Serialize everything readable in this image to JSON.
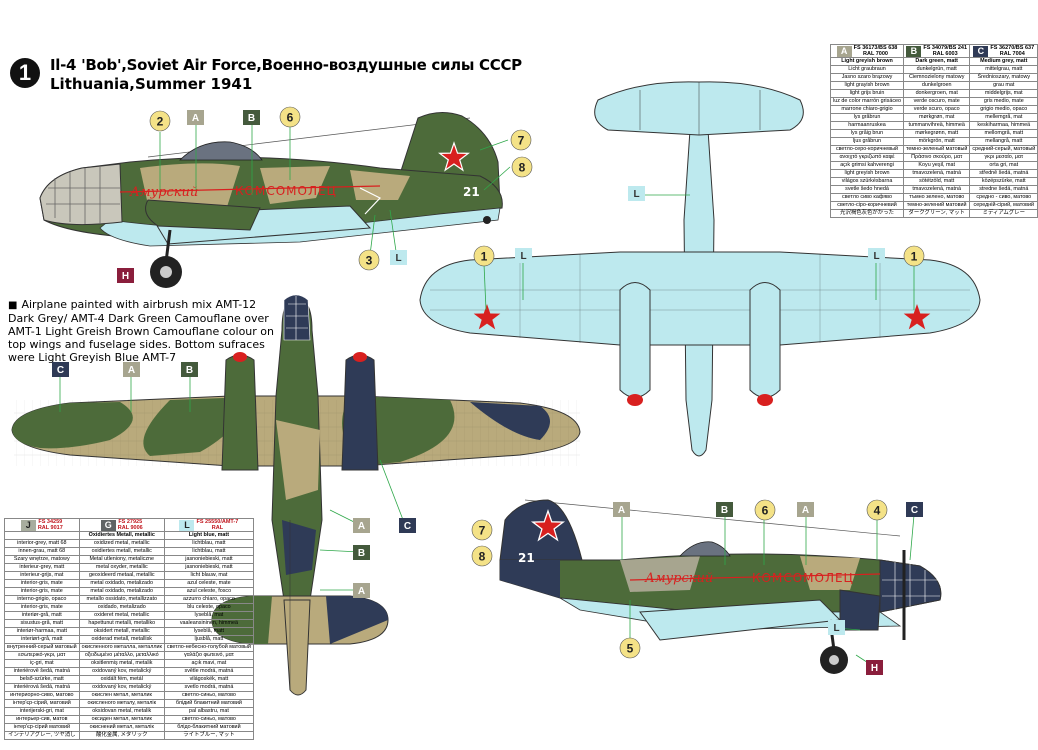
{
  "title": {
    "badge_number": "1",
    "line1": "Il-4 'Bob',Soviet Air Force,Военно-воздушные силы СССР",
    "line2": "Lithuania,Summer 1941"
  },
  "description": "Airplane painted with airbrush mix AMT-12 Dark Grey/ AMT-4 Dark Green Camouflane over AMT-1 Light Greish Brown Camouflane colour on top wings and fuselage sides. Bottom sufraces were Light Greyish Blue AMT-7",
  "markings": {
    "tail_number": "21",
    "fuselage_slogan": "КОМСОМОЛЕЦ",
    "script_name": "Амурский"
  },
  "colors": {
    "A": "#a7a58f",
    "B": "#445a3c",
    "C": "#2f3a56",
    "L": "#bde9ee",
    "H": "#8a1e3c",
    "G": "#606465",
    "J": "#a8ad9e",
    "star_red": "#d8201f",
    "callout_yellow": "#f4e287",
    "camo_green": "#4d6b3a",
    "camo_brown": "#b9aa7c",
    "camo_navy": "#2f3b57"
  },
  "callouts": {
    "A": "A",
    "B": "B",
    "C": "C",
    "L": "L",
    "H": "H",
    "n1": "1",
    "n2": "2",
    "n3": "3",
    "n4": "4",
    "n5": "5",
    "n6": "6",
    "n7": "7",
    "n8": "8"
  },
  "table_top": {
    "headers": [
      {
        "letter": "A",
        "code1": "FS 36173/BS 638",
        "code2": "RAL 7000",
        "name": "Light greyish brown"
      },
      {
        "letter": "B",
        "code1": "FS 34079/BS 241",
        "code2": "RAL 6003",
        "name": "Dark green, matt"
      },
      {
        "letter": "C",
        "code1": "FS 36270/BS 637",
        "code2": "RAL 7004",
        "name": "Medium grey, matt"
      }
    ],
    "rows": [
      [
        "Licht graubraun",
        "dunkelgrün, matt",
        "mittelgrau, matt"
      ],
      [
        "Jasno szaro brązowy",
        "Ciemnozielony matowy",
        "Średnioszary, matowy"
      ],
      [
        "light grayish brown",
        "dunkelgroen",
        "grau mat"
      ],
      [
        "light grijs bruin",
        "donkergroen, mat",
        "middelgrijs, mat"
      ],
      [
        "luz de color marrón grisáceo",
        "verde oscuro, mate",
        "gris medio, mate"
      ],
      [
        "marrone chiaro-grigio",
        "verde scuro, opaco",
        "grigio medio, opaco"
      ],
      [
        "lys gråbrun",
        "mørkgrøn, mat",
        "mellemgrå, mat"
      ],
      [
        "harmaanruskea",
        "tummanvihreä, himmeä",
        "keskiharmaa, himmeä"
      ],
      [
        "lys gråig brun",
        "mørkegrønn, matt",
        "mellomgrå, matt"
      ],
      [
        "ljus gråbrun",
        "mörkgrön, matt",
        "mellangrå, matt"
      ],
      [
        "светло-серо-коричневый",
        "темно-зеленый матовый",
        "средний-серый, матовый"
      ],
      [
        "ανοιχτό γκριζωπό καφέ",
        "Πράσινο σκούρο, ματ",
        "γκρι μεσαίο, ματ"
      ],
      [
        "açık grimsi kahverengi",
        "Koyu yeşil, mat",
        "orta gri, mat"
      ],
      [
        "light greyish brown",
        "tmavozelená, matná",
        "středně šedá, matná"
      ],
      [
        "világos szürkésbarna",
        "sötétzöld, matt",
        "középszürke, matt"
      ],
      [
        "svetle šedo hnedá",
        "tmavozelená, matná",
        "stredne šedá, matná"
      ],
      [
        "светло сиво кафяво",
        "тъмно зелено, матово",
        "средно - сиво, матово"
      ],
      [
        "светло-сіро-коричневий",
        "темно-зелений матовий",
        "середній-сірий, матовий"
      ],
      [
        "光沢褐色灰色がかった",
        "ダークグリーン, マット",
        "ミディアムグレー"
      ]
    ]
  },
  "table_bottom": {
    "headers": [
      {
        "letter": "J",
        "code1": "FS 34259",
        "code2": "RAL 9017",
        "name": ""
      },
      {
        "letter": "G",
        "code1": "FS 27925",
        "code2": "RAL 9006",
        "name": "Oxidiertes Metall, metallic"
      },
      {
        "letter": "L",
        "code1": "FS 25550/AMT-7",
        "code2": "RAL",
        "name": "Light blue, matt"
      }
    ],
    "rows": [
      [
        "interior-grey, matt 68",
        "oxidized metal, metallic",
        "lichtblau, matt"
      ],
      [
        "innen-grau, matt 68",
        "oxidiertes metall, metallic",
        "lichtblau, matt"
      ],
      [
        "Szary wnętrze, matowy",
        "Metal utleniony, metaliczne",
        "jasnoniebieski, matt"
      ],
      [
        "interieur-grey, matt",
        "metal oxyder, metallic",
        "jasnoniebieski, matt"
      ],
      [
        "interieur-grijs, mat",
        "geoxideerd metaal, metallic",
        "licht blauw, mat"
      ],
      [
        "interior-gris, mate",
        "metal oxidado, metalizado",
        "azul celeste, mate"
      ],
      [
        "interior-gris, mate",
        "metal oxidado, metalizado",
        "azul celeste, fosco"
      ],
      [
        "interno-grigio, opaco",
        "metallo ossidato, metallizzato",
        "azzurro chiaro, opaco"
      ],
      [
        "interior-gris, mate",
        "oxidado, metalizado",
        "blu celeste, opaco"
      ],
      [
        "interiør-grå, matt",
        "oxideret metal, metallic",
        "lyseblå, mat"
      ],
      [
        "sisustus-grå, matt",
        "hapettunut metalli, metalliko",
        "vaaleansininen, himmeä"
      ],
      [
        "interiør-harmaa, matt",
        "oksidert metall, metallic",
        "lyseblå, matt"
      ],
      [
        "interiørt-grå, matt",
        "oxiderad metall, metallisk",
        "ljusblå, matt"
      ],
      [
        "внутренний-серый матовый",
        "окисленного металла, металлик",
        "светло-небесно-голубой матовый"
      ],
      [
        "εσωτερικό-γκρι, ματ",
        "οξειδωμένο μέταλλο, μεταλλικό",
        "γαλάζιο φωτεινό, ματ"
      ],
      [
        "iç-gri, mat",
        "oksitlenmiş metal, metalik",
        "açık mavi, mat"
      ],
      [
        "interiérově šedá, matná",
        "oxidovaný kov, metalický",
        "světle modrá, matná"
      ],
      [
        "belső-szürke, matt",
        "oxidált fém, metál",
        "világoskék, matt"
      ],
      [
        "interiérová šedá, matná",
        "oxidovaný kov, metalický",
        "svetlo modrá, matná"
      ],
      [
        "интериорно-сиво, матово",
        "окислен метал, металик",
        "светло-синьо, матово"
      ],
      [
        "інтер'єр-сірий, матовий",
        "окисленого металу, металік",
        "блідий блакитний матовий"
      ],
      [
        "interijerski-gri, mat",
        "oksidovan metal, metalik",
        "pal albastru, mat"
      ],
      [
        "интерьер-сив, матов",
        "оксиден метал, металик",
        "светло-синьо, матово"
      ],
      [
        "інтер'єр-сірий матовий",
        "окиснений метал, металік",
        "блідо-блакитний матовий"
      ],
      [
        "インテリアグレー, ツヤ消し",
        "酸化金属, メタリック",
        "ライトブルー, マット"
      ]
    ]
  }
}
